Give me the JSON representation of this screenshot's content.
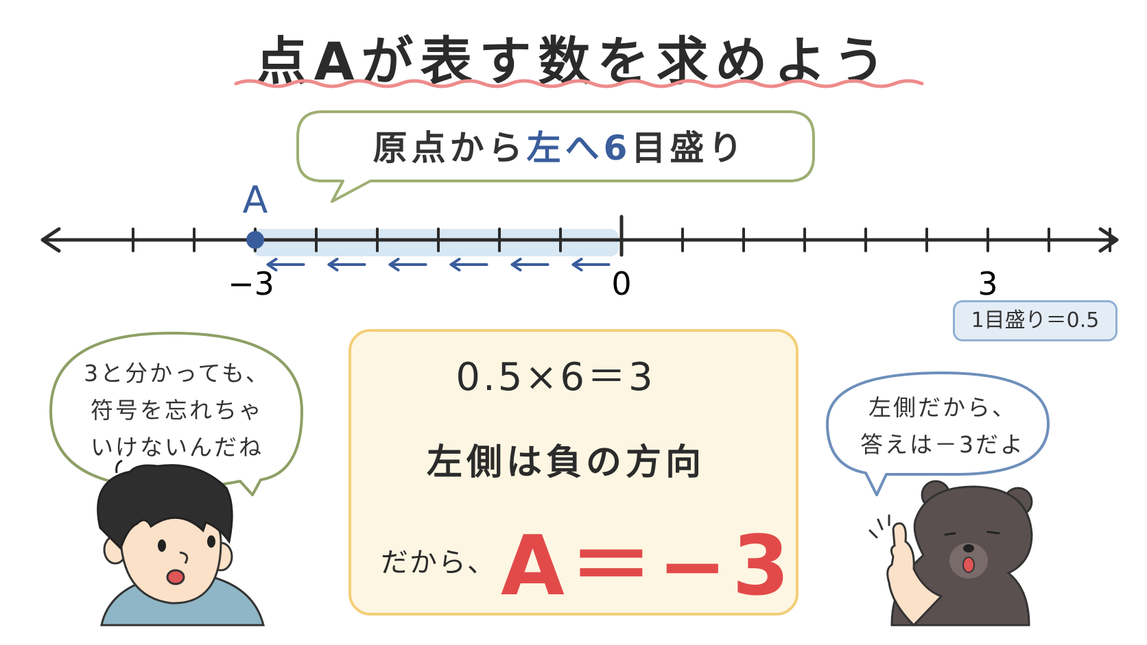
{
  "title": "点Aが表す数を求めよう",
  "hint_bubble": {
    "prefix": "原点から",
    "highlight": "左へ6",
    "suffix": "目盛り"
  },
  "number_line": {
    "point_label": "A",
    "point_value": -3,
    "origin_value": 0,
    "step_per_tick": 0.5,
    "tick_count": 17,
    "min_tick": -4,
    "max_tick": 4,
    "labels": [
      {
        "value": -3,
        "text": "−3"
      },
      {
        "value": 0,
        "text": "0"
      },
      {
        "value": 3,
        "text": "3"
      }
    ],
    "arrow_count": 6,
    "highlight_color": "#d7e7f3",
    "point_color": "#3a5d9c",
    "arrow_color": "#3a5d9c"
  },
  "scale_badge": "1目盛り＝0.5",
  "calculation": {
    "line1": "0.5×6＝3",
    "line2": "左側は負の方向",
    "prefix": "だから、",
    "answer": "A＝−3",
    "answer_color": "#e24a4a",
    "arrow_color": "#e97b7b"
  },
  "boy": {
    "speech": "3と分かっても、\n符号を忘れちゃ\nいけないんだね"
  },
  "bear": {
    "speech": "左側だから、\n答えは－3だよ"
  },
  "colors": {
    "title_underline": "#ee8b8b",
    "hint_bubble_border": "#9fae73",
    "boy_bubble_border": "#8e9f65",
    "bear_bubble_border": "#6d8fba",
    "box_fill": "#fdf6e2",
    "box_border": "#f4cf79",
    "underline_blue": "#6fa0c2",
    "answer_underline": "#f5cf6b"
  }
}
